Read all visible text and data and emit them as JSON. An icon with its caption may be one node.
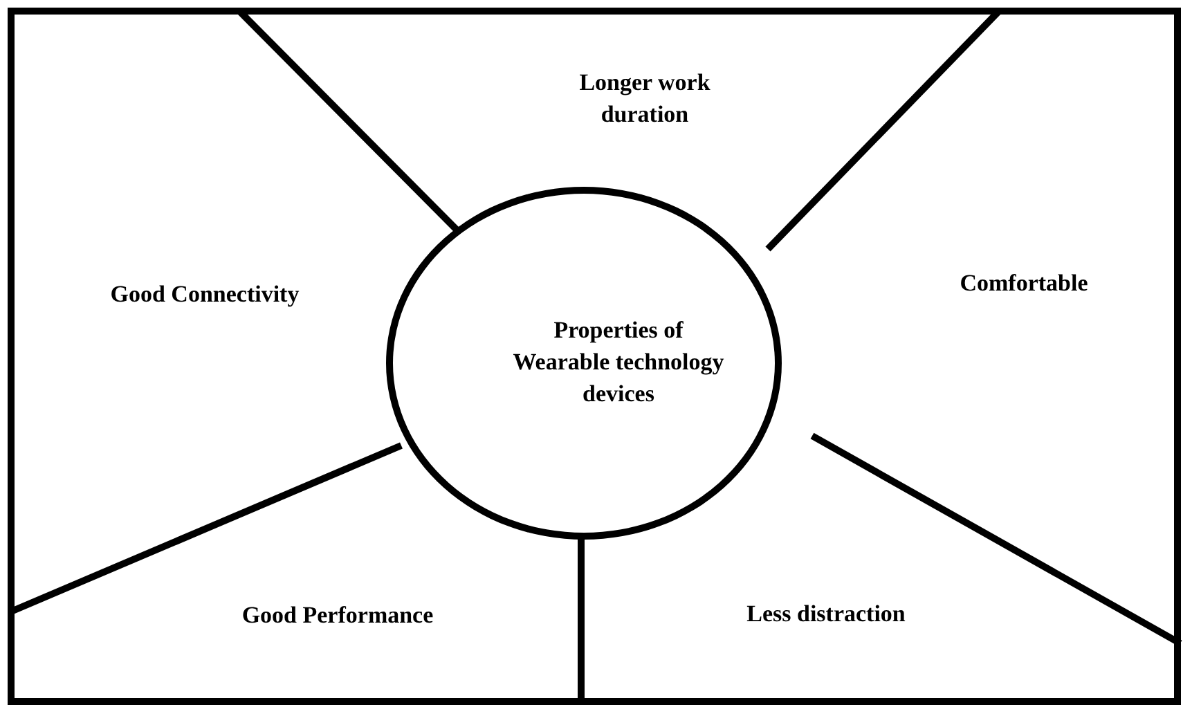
{
  "diagram": {
    "nodes": [
      {
        "text": [
          "Longer work duration"
        ]
      },
      {
        "text": [
          "Good Connectivity"
        ]
      },
      {
        "text": [
          "Properties of Wearable technology devices"
        ]
      },
      {
        "text": [
          "Comfortable"
        ]
      },
      {
        "text": [
          "Good Performance"
        ]
      },
      {
        "text": [
          "Less distraction"
        ]
      }
    ]
  }
}
